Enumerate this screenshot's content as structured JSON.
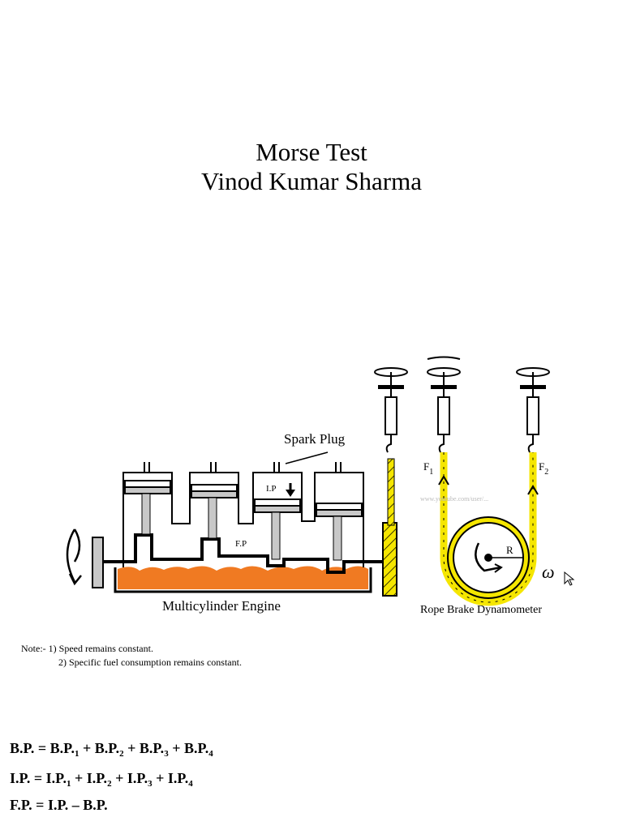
{
  "title": {
    "line1": "Morse Test",
    "line2": "Vinod Kumar Sharma"
  },
  "figure": {
    "spark_plug_label": "Spark Plug",
    "ip_label": "I.P",
    "fp_label": "F.P",
    "engine_label": "Multicylinder Engine",
    "dyno_label": "Rope Brake Dynamometer",
    "f1_label": "F",
    "f1_sub": "1",
    "f2_label": "F",
    "f2_sub": "2",
    "r_label": "R",
    "omega_label": "ω",
    "watermark": "www.youtube.com/user/...",
    "colors": {
      "fuel": "#f07a22",
      "rope": "#f5e600",
      "metal": "#c8c8c8",
      "ink": "#000000"
    }
  },
  "note": {
    "line1": "Note:- 1) Speed remains constant.",
    "line2": "2) Specific fuel consumption remains constant."
  },
  "equations": {
    "bp": {
      "lhs": "B.P. = B.P.",
      "s1": "1",
      "p1": " + B.P.",
      "s2": "2",
      "p2": " + B.P.",
      "s3": "3",
      "p3": " + B.P.",
      "s4": "4"
    },
    "ip": {
      "lhs": "I.P. = I.P.",
      "s1": "1",
      "p1": " + I.P.",
      "s2": "2",
      "p2": " + I.P.",
      "s3": "3",
      "p3": " + I.P.",
      "s4": "4"
    },
    "fp": {
      "text": "F.P. = I.P. – B.P."
    }
  }
}
